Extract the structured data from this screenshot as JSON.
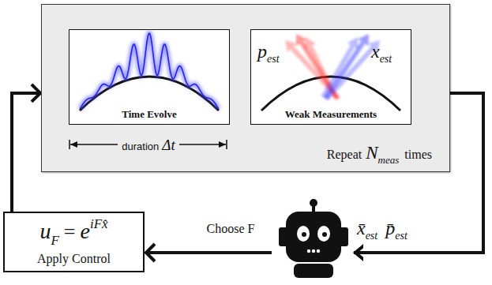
{
  "diagram": {
    "nodes": [
      {
        "text": [
          "Repeat",
          "N",
          "meas",
          "times"
        ]
      },
      {
        "text": [
          "Time Evolve"
        ],
        "in": 0
      },
      {
        "text": [
          "p",
          "est",
          "x",
          "est",
          "Weak Measurements"
        ],
        "in": 0
      },
      {
        "text": [
          "u",
          "F",
          "=",
          "e",
          "iF",
          "x̂",
          "Apply Control"
        ]
      }
    ],
    "edges": [
      {
        "from": 3,
        "to": 0,
        "arrow": "to"
      },
      {
        "from": 0,
        "to": 3,
        "arrow": "to",
        "label": "Choose F"
      }
    ],
    "labels": [
      "duration",
      "Δt",
      "x̄",
      "est",
      "p̄",
      "est"
    ]
  }
}
